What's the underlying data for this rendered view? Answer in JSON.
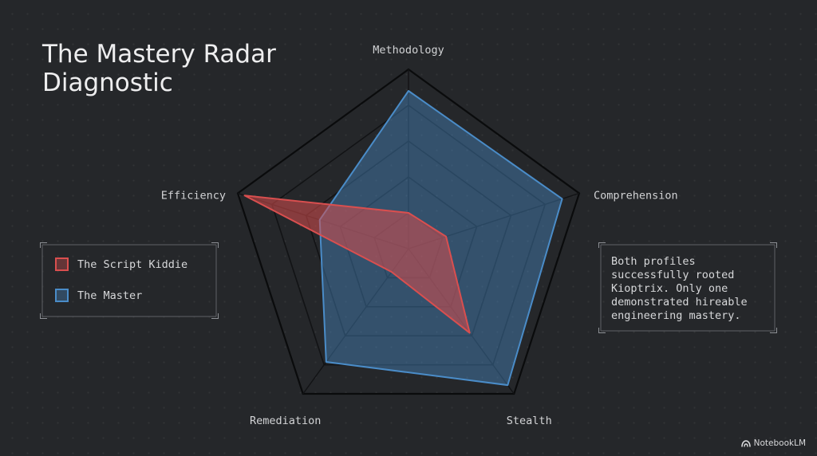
{
  "title": "The Mastery Radar Diagnostic",
  "legend": {
    "items": [
      {
        "label": "The Script Kiddie",
        "color": "#d94f4f"
      },
      {
        "label": "The Master",
        "color": "#4a8cc8"
      }
    ]
  },
  "note": "Both profiles successfully rooted Kioptrix. Only one demonstrated hireable engineering mastery.",
  "brand": "NotebookLM",
  "chart_data": {
    "type": "radar",
    "axes": [
      "Methodology",
      "Comprehension",
      "Stealth",
      "Remediation",
      "Efficiency"
    ],
    "rmax": 5,
    "grid_levels": 5,
    "series": [
      {
        "name": "The Script Kiddie",
        "values": [
          1.0,
          1.1,
          2.9,
          0.8,
          4.8
        ],
        "color": "#d94f4f"
      },
      {
        "name": "The Master",
        "values": [
          4.4,
          4.5,
          4.7,
          3.9,
          2.6
        ],
        "color": "#4a8cc8"
      }
    ]
  }
}
